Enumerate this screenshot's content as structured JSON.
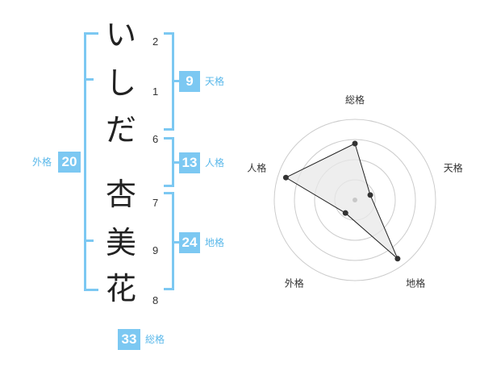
{
  "name": {
    "surname": [
      {
        "char": "い",
        "strokes": "2"
      },
      {
        "char": "し",
        "strokes": "1"
      },
      {
        "char": "だ",
        "strokes": "6"
      }
    ],
    "given": [
      {
        "char": "杏",
        "strokes": "7"
      },
      {
        "char": "美",
        "strokes": "9"
      },
      {
        "char": "花",
        "strokes": "8"
      }
    ]
  },
  "kaku": {
    "tenkaku": {
      "value": "9",
      "label": "天格"
    },
    "jinkaku": {
      "value": "13",
      "label": "人格"
    },
    "chikaku": {
      "value": "24",
      "label": "地格"
    },
    "gaikaku": {
      "value": "20",
      "label": "外格"
    },
    "soukaku": {
      "value": "33",
      "label": "総格"
    }
  },
  "chart_data": {
    "type": "radar",
    "axes": [
      "総格",
      "天格",
      "地格",
      "外格",
      "人格"
    ],
    "values": [
      0.7,
      0.2,
      0.9,
      0.2,
      0.9
    ],
    "rings": 4,
    "range": [
      0,
      1
    ],
    "colors": {
      "fill": "#e8e8e8",
      "line": "#222222",
      "ring": "#cccccc",
      "point": "#333333"
    }
  },
  "colors": {
    "accent": "#7cc8f2",
    "accent_text": "#5ab8ea"
  }
}
